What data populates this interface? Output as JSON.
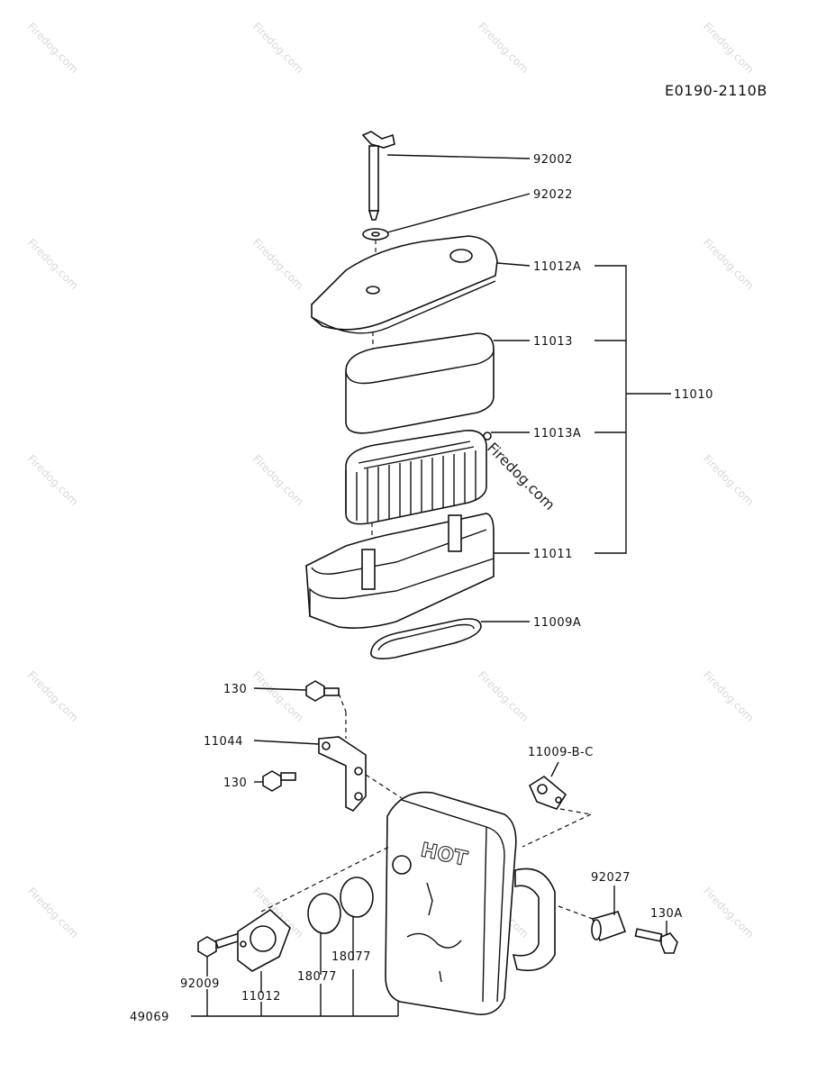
{
  "diagram_code": "E0190-2110B",
  "watermark": "Firedog.com",
  "hot_marking": "HOT",
  "parts": {
    "p92002": "92002",
    "p92022": "92022",
    "p11012A": "11012A",
    "p11013": "11013",
    "p11010": "11010",
    "p11013A": "11013A",
    "p11011": "11011",
    "p11009A": "11009A",
    "p130_top": "130",
    "p11044": "11044",
    "p130_mid": "130",
    "p11009BC": "11009-B-C",
    "p92027": "92027",
    "p130A": "130A",
    "p92009": "92009",
    "p11012": "11012",
    "p18077_a": "18077",
    "p18077_b": "18077",
    "p49069": "49069"
  }
}
